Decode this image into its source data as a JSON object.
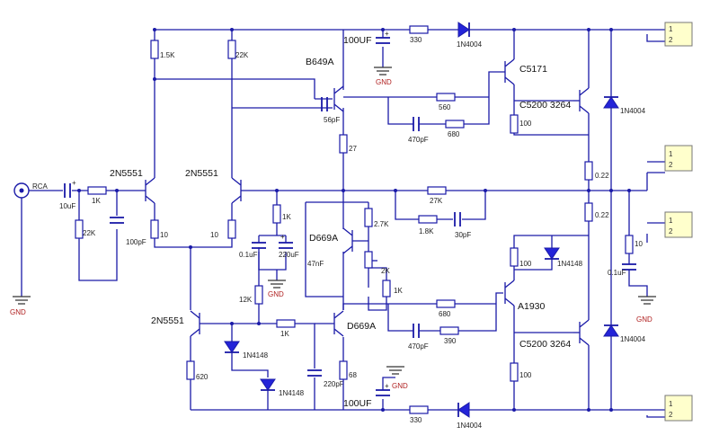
{
  "components": {
    "rca": "RCA",
    "c_in": "10uF",
    "r_in": "1K",
    "r_22k_in": "22K",
    "c_100pf": "100pF",
    "q1": "2N5551",
    "q2": "2N5551",
    "q3": "2N5551",
    "q_b649a": "B649A",
    "q_c5171": "C5171",
    "q_c5200_top": "C5200 3264",
    "q_c5200_bot": "C5200 3264",
    "q_d669a_1": "D669A",
    "q_d669a_2": "D669A",
    "q_a1930": "A1930",
    "r_1_5k": "1.5K",
    "r_22k_top": "22K",
    "r_10_a": "10",
    "r_10_b": "10",
    "r_10_out": "10",
    "r_27": "27",
    "r_56pf": "56pF",
    "r_560": "560",
    "r_680_top": "680",
    "c_470pf_top": "470pF",
    "r_100_top": "100",
    "r_0_22_a": "0.22",
    "r_0_22_b": "0.22",
    "r_27k": "27K",
    "r_1_8k": "1.8K",
    "c_30pf": "30pF",
    "r_1k_mid": "1K",
    "r_2_7k": "2.7K",
    "r_2k": "2K",
    "r_1k_b": "1K",
    "c_0_1uf": "0.1uF",
    "c_220uf": "220uF",
    "c_47nf": "47nF",
    "r_12k": "12K",
    "r_1k_low": "1K",
    "r_100_mid": "100",
    "d_1n4148_mid": "1N4148",
    "r_680_low": "680",
    "c_470pf_low": "470pF",
    "r_390": "390",
    "r_100_low": "100",
    "r_620": "620",
    "d_1n4148_a": "1N4148",
    "d_1n4148_b": "1N4148",
    "c_220pf": "220pF",
    "r_68": "68",
    "c_100uf_top": "100UF",
    "c_100uf_bot": "100UF",
    "r_330_top": "330",
    "r_330_bot": "330",
    "d_1n4004_top": "1N4004",
    "d_1n4004_bot": "1N4004",
    "d_1n4004_r1": "1N4004",
    "d_1n4004_r2": "1N4004",
    "c_0_1uf_out": "0.1uF",
    "gnd": "GND",
    "plus": "+"
  },
  "connectors": {
    "pin1": "1",
    "pin2": "2"
  }
}
